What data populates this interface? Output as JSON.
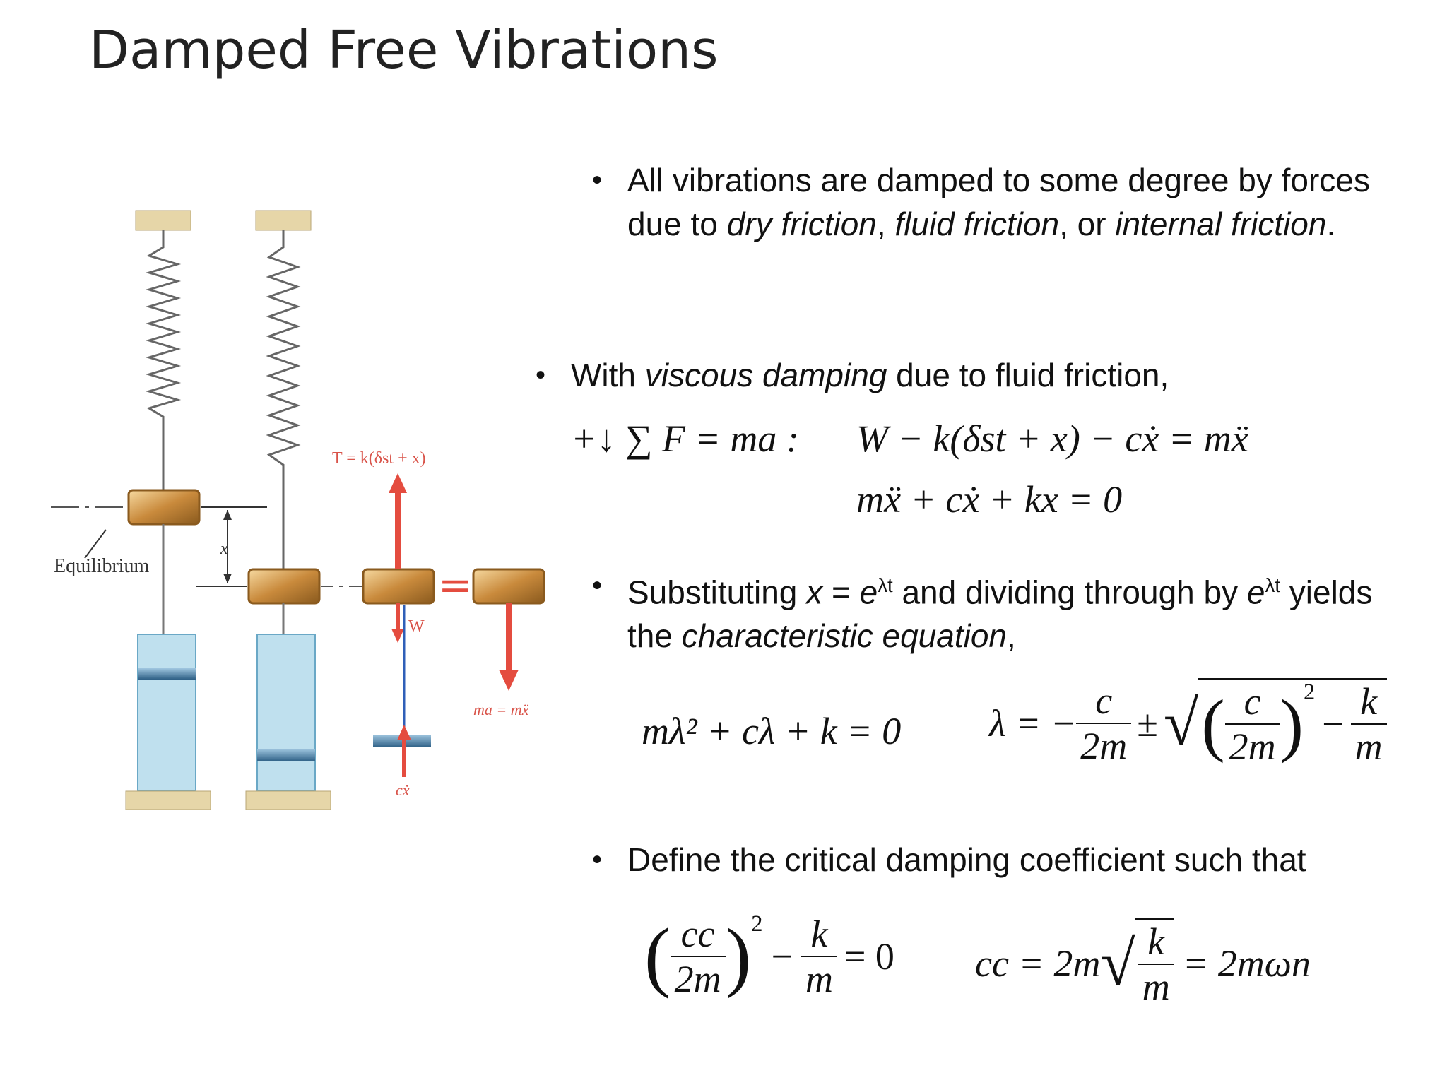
{
  "slide": {
    "title": "Damped Free Vibrations"
  },
  "figure": {
    "equilibrium_label": "Equilibrium",
    "x_label": "x",
    "tension_label": "T = k(δst + x)",
    "weight_label": "W",
    "inertia_label": "ma = mẍ",
    "damping_label": "cẋ",
    "equals_sign": "="
  },
  "bullets": {
    "b1": {
      "t1": "All vibrations are damped to some degree by forces due to ",
      "i1": "dry friction",
      "t2": ", ",
      "i2": "fluid friction",
      "t3": ", or ",
      "i3": "internal friction",
      "t4": "."
    },
    "b2": {
      "t1": "With ",
      "i1": "viscous damping",
      "t2": " due to fluid friction,"
    },
    "b3": {
      "t1": "Substituting ",
      "i1": "x",
      "t2": " = ",
      "i2": "e",
      "sup1": "λt",
      "t3": " and dividing through by ",
      "i3": "e",
      "sup2": "λt",
      "t4": " yields the ",
      "i4": "characteristic equation",
      "t5": ","
    },
    "b4": {
      "t1": "Define the critical damping coefficient such that"
    },
    "bullet_symbol": "•"
  },
  "equations": {
    "newton_lhs": "+↓ ∑ F = ma :",
    "newton_rhs": "W − k(δst + x) − cẋ = mẍ",
    "motion": "mẍ + cẋ + kx = 0",
    "characteristic": "mλ² + cλ + k = 0",
    "roots": {
      "lhs": "λ = −",
      "num1": "c",
      "den1": "2m",
      "pm": "±",
      "num2": "c",
      "den2": "2m",
      "exp": "2",
      "minus": "−",
      "num3": "k",
      "den3": "m"
    },
    "critical_cond": {
      "num1": "cc",
      "den1": "2m",
      "exp": "2",
      "minus": "−",
      "num2": "k",
      "den2": "m",
      "rhs": "= 0"
    },
    "critical_value": {
      "lhs": "cc = 2m",
      "num": "k",
      "den": "m",
      "rhs": "= 2mωn"
    }
  }
}
